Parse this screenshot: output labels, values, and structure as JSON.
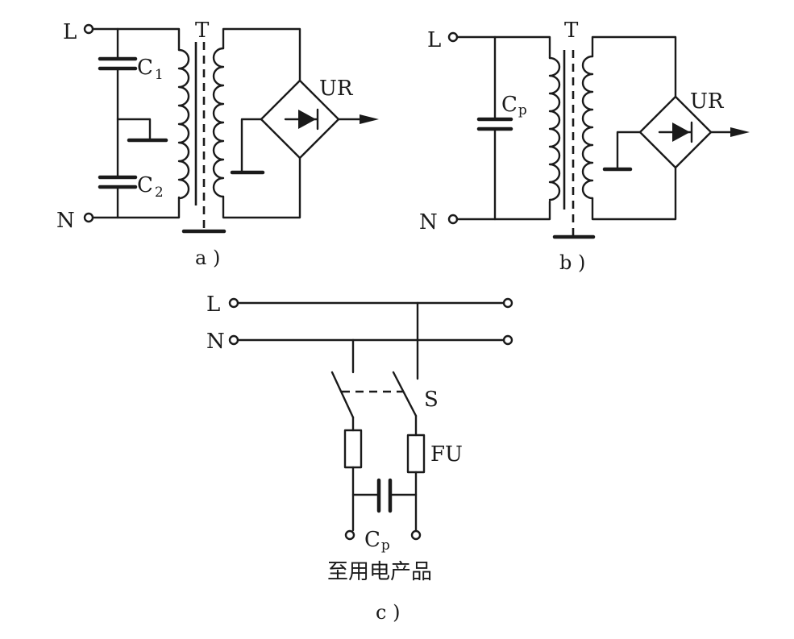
{
  "diagram_a": {
    "terminal_line": "L",
    "terminal_neutral": "N",
    "cap1_letter": "C",
    "cap1_sub": "1",
    "cap2_letter": "C",
    "cap2_sub": "2",
    "transformer": "T",
    "rectifier": "UR",
    "caption": "a )"
  },
  "diagram_b": {
    "terminal_line": "L",
    "terminal_neutral": "N",
    "cap_letter": "C",
    "cap_sub": "p",
    "transformer": "T",
    "rectifier": "UR",
    "caption": "b )"
  },
  "diagram_c": {
    "terminal_line": "L",
    "terminal_neutral": "N",
    "switch": "S",
    "fuse": "FU",
    "cap_letter": "C",
    "cap_sub": "p",
    "output_note": "至用电产品",
    "caption": "c )"
  }
}
